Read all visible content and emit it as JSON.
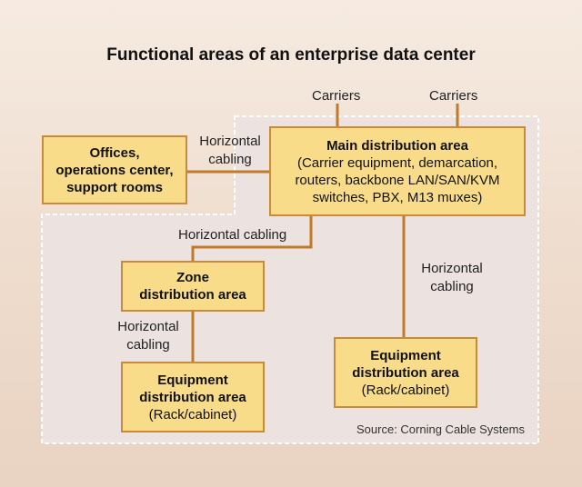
{
  "title": "Functional areas of an enterprise data center",
  "carriers": [
    "Carriers",
    "Carriers"
  ],
  "boxes": {
    "offices": {
      "lines": [
        "Offices,",
        "operations center,",
        "support rooms"
      ]
    },
    "mda": {
      "title": "Main distribution area",
      "detail": [
        "(Carrier equipment, demarcation,",
        "routers, backbone LAN/SAN/KVM",
        "switches, PBX, M13 muxes)"
      ]
    },
    "zda": {
      "lines": [
        "Zone",
        "distribution area"
      ]
    },
    "eda_left": {
      "lines": [
        "Equipment",
        "distribution area"
      ],
      "sub": "(Rack/cabinet)"
    },
    "eda_right": {
      "lines": [
        "Equipment",
        "distribution area"
      ],
      "sub": "(Rack/cabinet)"
    }
  },
  "labels": {
    "hc_offices": [
      "Horizontal",
      "cabling"
    ],
    "hc_zone": "Horizontal cabling",
    "hc_right": [
      "Horizontal",
      "cabling"
    ],
    "hc_left": [
      "Horizontal",
      "cabling"
    ]
  },
  "source": "Source: Corning Cable Systems",
  "colors": {
    "box_fill": "#f8dc8a",
    "box_border": "#c98a3a",
    "line": "#c07a2a",
    "region_fill": "#ece2df",
    "region_border": "#ffffff"
  }
}
